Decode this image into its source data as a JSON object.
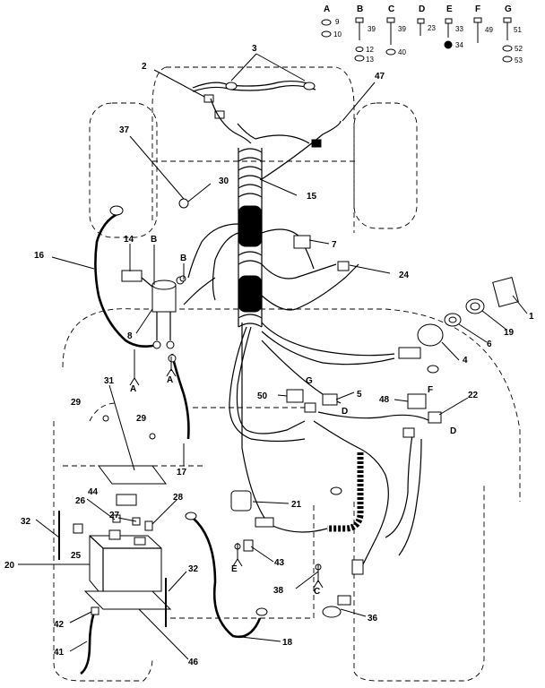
{
  "hardware_key": [
    {
      "letter": "A",
      "parts": [
        "9",
        "10"
      ]
    },
    {
      "letter": "B",
      "parts": [
        "39"
      ]
    },
    {
      "letter": "C",
      "parts": [
        "39",
        "40"
      ]
    },
    {
      "letter": "D",
      "parts": [
        "23"
      ]
    },
    {
      "letter": "E",
      "parts": [
        "33",
        "34"
      ]
    },
    {
      "letter": "F",
      "parts": [
        "49"
      ]
    },
    {
      "letter": "G",
      "parts": [
        "51",
        "52",
        "53"
      ]
    }
  ],
  "hardware_key_extra": {
    "b_lower": [
      "12",
      "13"
    ]
  },
  "callouts": {
    "c1": "1",
    "c2": "2",
    "c3": "3",
    "c4": "4",
    "c5": "5",
    "c6": "6",
    "c7": "7",
    "c8": "8",
    "c14": "14",
    "c15": "15",
    "c16": "16",
    "c17": "17",
    "c18": "18",
    "c19": "19",
    "c20": "20",
    "c21": "21",
    "c22": "22",
    "c24": "24",
    "c25": "25",
    "c26": "26",
    "c27": "27",
    "c28": "28",
    "c29a": "29",
    "c29b": "29",
    "c30": "30",
    "c31": "31",
    "c32a": "32",
    "c32b": "32",
    "c36": "36",
    "c37": "37",
    "c38": "38",
    "c41": "41",
    "c42": "42",
    "c43": "43",
    "c44": "44",
    "c46": "46",
    "c47": "47",
    "c48": "48",
    "c50": "50"
  },
  "letter_marks": {
    "b1": "B",
    "b2": "B",
    "a1": "A",
    "a2": "A",
    "g1": "G",
    "d1": "D",
    "f1": "F",
    "d2": "D",
    "e1": "E",
    "c1": "C"
  }
}
